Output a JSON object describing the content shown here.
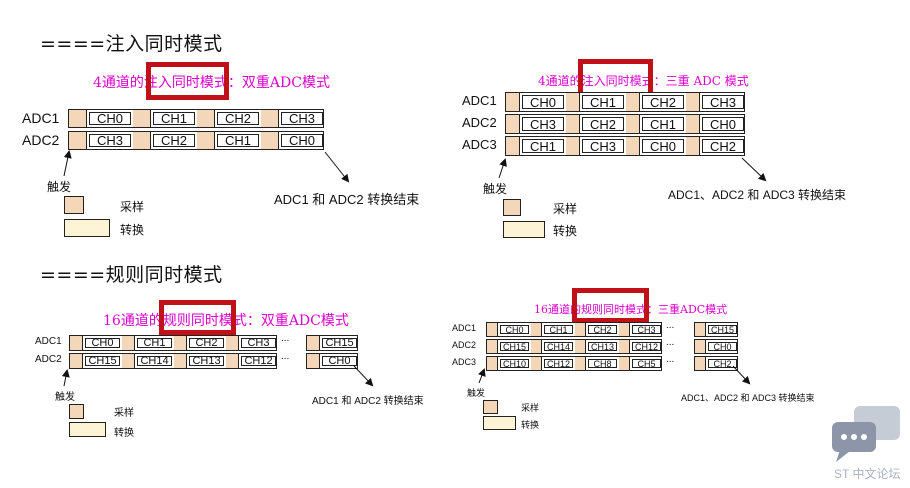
{
  "sections": {
    "injected_title": "====注入同时模式",
    "regular_title": "====规则同时模式"
  },
  "panels": {
    "p1": {
      "subtitle": "4通道的注入同时模式：双重ADC模式",
      "rows": [
        {
          "label": "ADC1",
          "channels": [
            "CH0",
            "CH1",
            "CH2",
            "CH3"
          ]
        },
        {
          "label": "ADC2",
          "channels": [
            "CH3",
            "CH2",
            "CH1",
            "CH0"
          ]
        }
      ],
      "trigger": "触发",
      "end_text": "ADC1 和 ADC2 转换结束",
      "legend_sample": "采样",
      "legend_convert": "转换"
    },
    "p2": {
      "subtitle": "4通道的注入同时模式：三重 ADC 模式",
      "rows": [
        {
          "label": "ADC1",
          "channels": [
            "CH0",
            "CH1",
            "CH2",
            "CH3"
          ]
        },
        {
          "label": "ADC2",
          "channels": [
            "CH3",
            "CH2",
            "CH1",
            "CH0"
          ]
        },
        {
          "label": "ADC3",
          "channels": [
            "CH1",
            "CH3",
            "CH0",
            "CH2"
          ]
        }
      ],
      "trigger": "触发",
      "end_text": "ADC1、ADC2 和 ADC3 转换结束",
      "legend_sample": "采样",
      "legend_convert": "转换"
    },
    "p3": {
      "subtitle": "16通道的规则同时模式：双重ADC模式",
      "rows": [
        {
          "label": "ADC1",
          "channels": [
            "CH0",
            "CH1",
            "CH2",
            "CH3"
          ],
          "last": "CH15"
        },
        {
          "label": "ADC2",
          "channels": [
            "CH15",
            "CH14",
            "CH13",
            "CH12"
          ],
          "last": "CH0"
        }
      ],
      "dots": "...",
      "trigger": "触发",
      "end_text": "ADC1 和 ADC2 转换结束",
      "legend_sample": "采样",
      "legend_convert": "转换"
    },
    "p4": {
      "subtitle": "16通道的规则同时模式：三重ADC模式",
      "rows": [
        {
          "label": "ADC1",
          "channels": [
            "CH0",
            "CH1",
            "CH2",
            "CH3"
          ],
          "last": "CH15"
        },
        {
          "label": "ADC2",
          "channels": [
            "CH15",
            "CH14",
            "CH13",
            "CH12"
          ],
          "last": "CH0"
        },
        {
          "label": "ADC3",
          "channels": [
            "CH10",
            "CH12",
            "CH8",
            "CH5"
          ],
          "last": "CH2"
        }
      ],
      "dots": "...",
      "trigger": "触发",
      "end_text": "ADC1、ADC2 和 ADC3 转换结束",
      "legend_sample": "采样",
      "legend_convert": "转换"
    }
  },
  "watermark": {
    "text": "ST 中文论坛",
    "icon": "chat-bubble-icon"
  },
  "colors": {
    "highlight_box": "#c0101a",
    "subtitle": "#e000d0",
    "sample": "#f4d7b8",
    "convert": "#fdf3d5"
  }
}
